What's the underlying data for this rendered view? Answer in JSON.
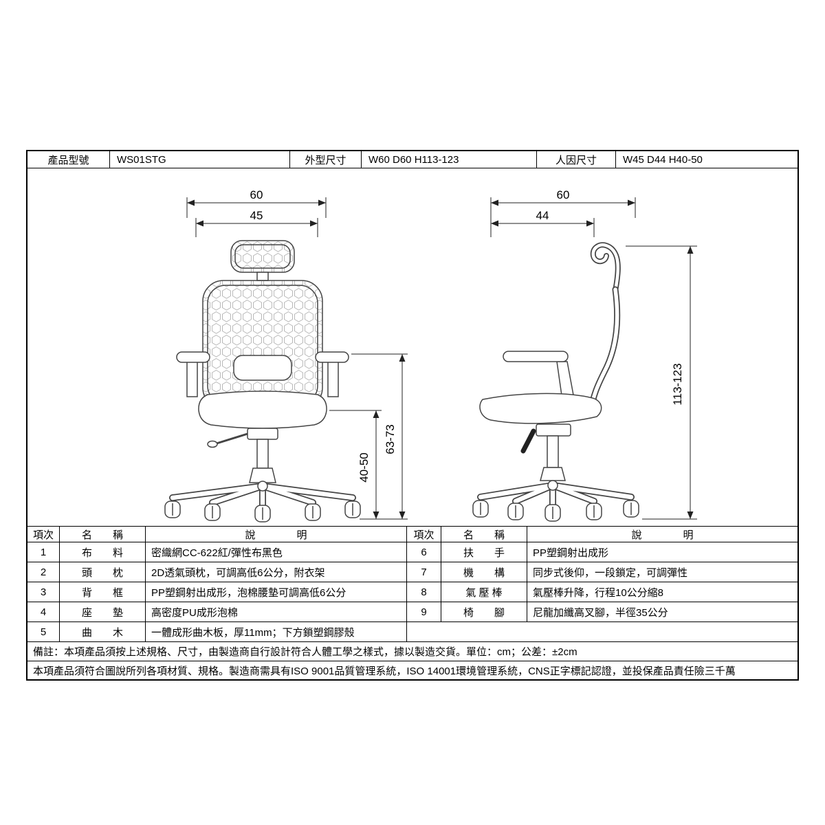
{
  "header": {
    "product_model_label": "產品型號",
    "product_model_value": "WS01STG",
    "outer_size_label": "外型尺寸",
    "outer_size_value": "W60 D60 H113-123",
    "ergo_size_label": "人因尺寸",
    "ergo_size_value": "W45 D44 H40-50"
  },
  "dims": {
    "front": {
      "overall_width": "60",
      "seat_width": "45",
      "seat_height": "40-50",
      "armrest_height": "63-73"
    },
    "side": {
      "overall_depth": "60",
      "seat_depth": "44",
      "overall_height": "113-123"
    }
  },
  "spec": {
    "columns": {
      "no": "項次",
      "name": "名　　稱",
      "desc": "說　　　　明"
    },
    "left": [
      {
        "no": "1",
        "name": "布　　料",
        "desc": "密織網CC-622紅/彈性布黑色"
      },
      {
        "no": "2",
        "name": "頭　　枕",
        "desc": "2D透氣頭枕，可調高低6公分，附衣架"
      },
      {
        "no": "3",
        "name": "背　　框",
        "desc": "PP塑鋼射出成形，泡棉腰墊可調高低6公分"
      },
      {
        "no": "4",
        "name": "座　　墊",
        "desc": "高密度PU成形泡棉"
      },
      {
        "no": "5",
        "name": "曲　　木",
        "desc": "一體成形曲木板，厚11mm；下方鎖塑鋼膠殼"
      }
    ],
    "right": [
      {
        "no": "6",
        "name": "扶　　手",
        "desc": "PP塑鋼射出成形"
      },
      {
        "no": "7",
        "name": "機　　構",
        "desc": "同步式後仰，一段鎖定，可調彈性"
      },
      {
        "no": "8",
        "name": "氣 壓 棒",
        "desc": "氣壓棒升降，行程10公分縮8"
      },
      {
        "no": "9",
        "name": "椅　　腳",
        "desc": "尼龍加纖高叉腳，半徑35公分"
      }
    ]
  },
  "notes": {
    "line1": "備註：本項產品須按上述規格、尺寸，由製造商自行設計符合人體工學之樣式，據以製造交貨。單位：cm；公差：±2cm",
    "line2": "本項產品須符合圖說所列各項材質、規格。製造商需具有ISO 9001品質管理系統，ISO 14001環境管理系統，CNS正字標記認證，並投保產品責任險三千萬"
  }
}
